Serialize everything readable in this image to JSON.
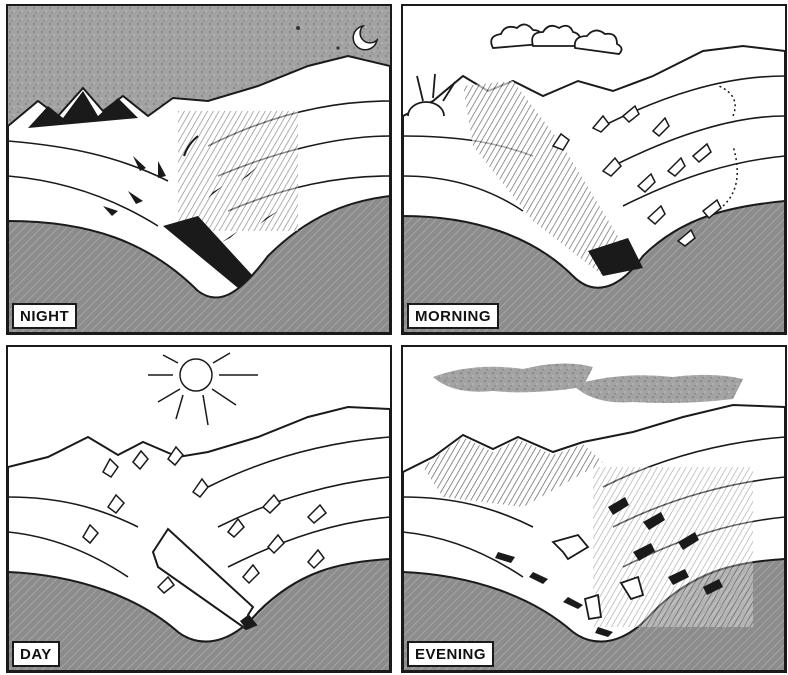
{
  "panels": {
    "night": {
      "label": "NIGHT"
    },
    "morning": {
      "label": "MORNING"
    },
    "day": {
      "label": "DAY"
    },
    "evening": {
      "label": "EVENING"
    }
  },
  "colors": {
    "ink": "#1a1a1a",
    "ground": "#8a8a8a",
    "sky_night": "#9a9a9a"
  }
}
